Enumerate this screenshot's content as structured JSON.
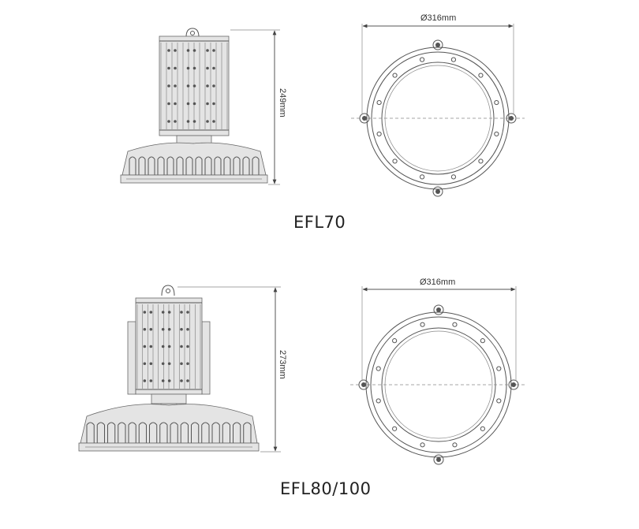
{
  "models": [
    {
      "name": "EFL70",
      "height_label": "249mm",
      "diameter_label": "Ø316mm"
    },
    {
      "name": "EFL80/100",
      "height_label": "273mm",
      "diameter_label": "Ø316mm"
    }
  ],
  "colors": {
    "line": "#555555",
    "fin_fill": "#e4e4e4",
    "background": "#ffffff"
  }
}
